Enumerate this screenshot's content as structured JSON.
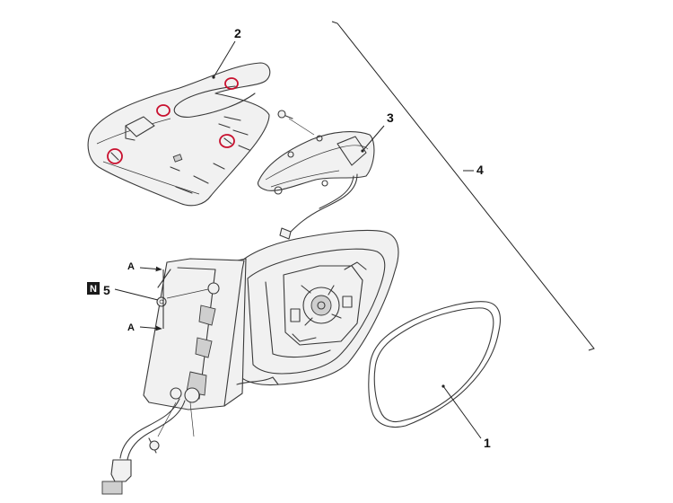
{
  "callouts": {
    "part1": "1",
    "part2": "2",
    "part3": "3",
    "part4": "4",
    "part5": "5"
  },
  "reference_marks": {
    "upper": "A",
    "lower": "A"
  },
  "badge": {
    "label": "N"
  },
  "colors": {
    "line": "#3a3a3a",
    "clip_highlight": "#c8102e",
    "badge_fill": "#1a1a1a"
  }
}
